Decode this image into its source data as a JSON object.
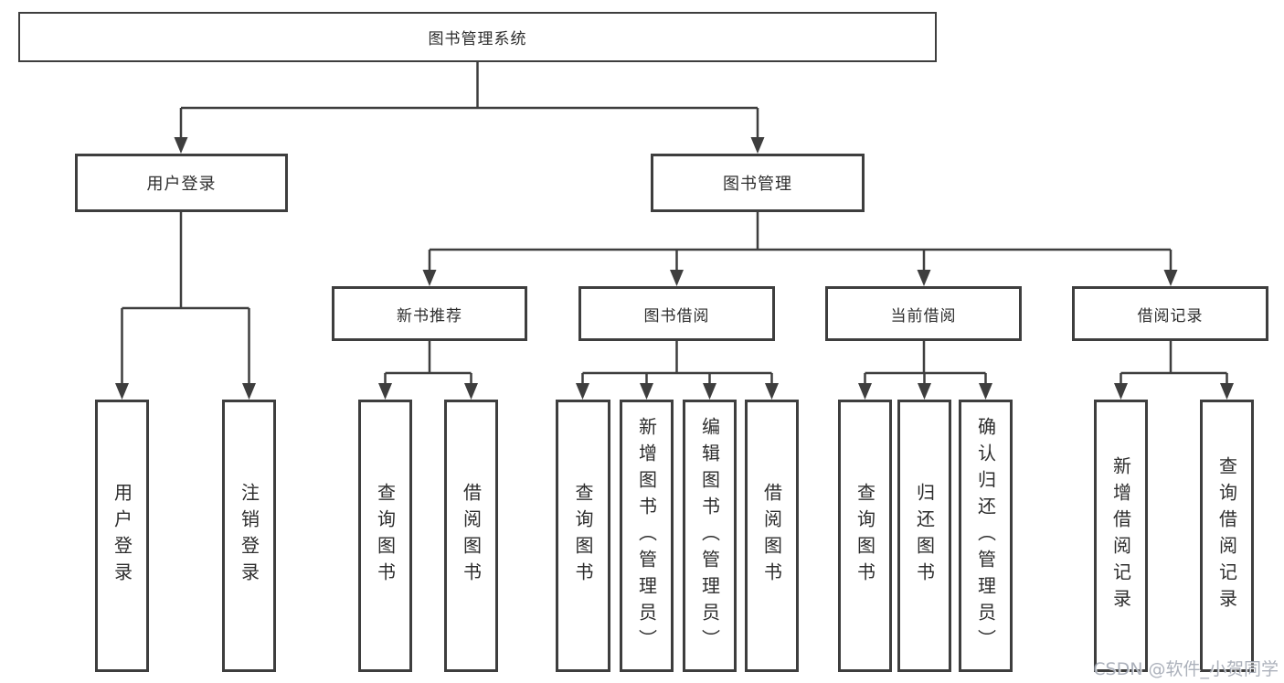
{
  "diagram": {
    "type": "tree",
    "colors": {
      "line": "#3e3e3e",
      "box_border": "#3e3e3e",
      "text": "#2d2d2d",
      "background": "#ffffff",
      "watermark": "#9ea3af"
    }
  },
  "root": {
    "label": "图书管理系统",
    "children": [
      {
        "label": "用户登录",
        "children": [
          {
            "label": "用户登录"
          },
          {
            "label": "注销登录"
          }
        ]
      },
      {
        "label": "图书管理",
        "children": [
          {
            "label": "新书推荐",
            "children": [
              {
                "label": "查询图书"
              },
              {
                "label": "借阅图书"
              }
            ]
          },
          {
            "label": "图书借阅",
            "children": [
              {
                "label": "查询图书"
              },
              {
                "label": "新增图书（管理员）"
              },
              {
                "label": "编辑图书（管理员）"
              },
              {
                "label": "借阅图书"
              }
            ]
          },
          {
            "label": "当前借阅",
            "children": [
              {
                "label": "查询图书"
              },
              {
                "label": "归还图书"
              },
              {
                "label": "确认归还（管理员）"
              }
            ]
          },
          {
            "label": "借阅记录",
            "children": [
              {
                "label": "新增借阅记录"
              },
              {
                "label": "查询借阅记录"
              }
            ]
          }
        ]
      }
    ]
  },
  "watermark": "CSDN @软件_小贺同学"
}
